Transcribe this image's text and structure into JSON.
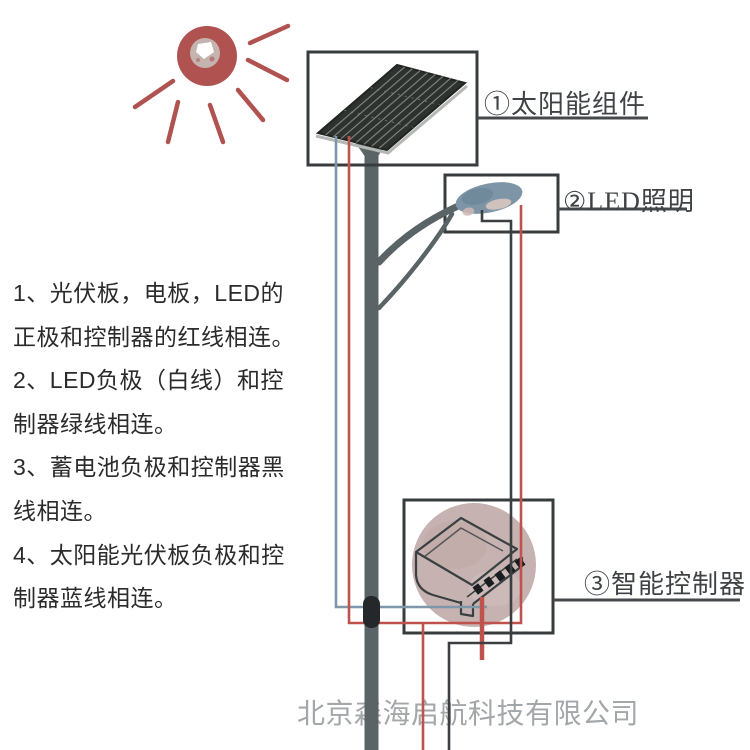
{
  "labels": {
    "solar_module": "①太阳能组件",
    "led_lighting": "②LED照明",
    "smart_controller": "③智能控制器"
  },
  "instructions": {
    "lines": [
      "1、光伏板，电板，LED的",
      "正极和控制器的红线相连。",
      "2、LED负极（白线）和控",
      "制器绿线相连。",
      "3、蓄电池负极和控制器黑",
      "线相连。",
      "4、太阳能光伏板负极和控",
      "制器蓝线相连。"
    ]
  },
  "watermark": "北京森海启航科技有限公司",
  "icons": {
    "sun": "sun-icon",
    "solar_panel": "solar-panel-graphic",
    "led_lamp": "led-lamp-graphic",
    "smart_controller": "controller-graphic",
    "pole": "light-pole-graphic",
    "magnifier_circle": "zoom-circle-graphic"
  },
  "colors": {
    "wire_red": "#c0524e",
    "wire_blue": "#7e97ab",
    "wire_black": "#3b3f41",
    "sun_red": "#b05350",
    "panel_dark": "#2d322e",
    "pole_gray": "#5a6365",
    "lamp_blue": "#7d95a7",
    "controller_circle_pink": "#c6b2b0",
    "box_border": "#383c3e",
    "instruction_text": "#2b2b2b",
    "watermark_gray": "#a3a7a9"
  }
}
